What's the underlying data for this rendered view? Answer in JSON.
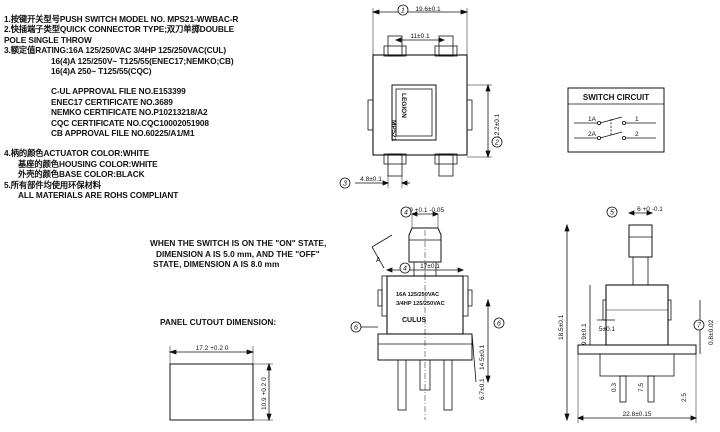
{
  "spec": {
    "lines": [
      "1.按键开关型号PUSH SWITCH MODEL NO. MPS21-WWBAC-R",
      "2.快插端子类型QUICK CONNECTOR TYPE;双刀单掷DOUBLE",
      "POLE SINGLE THROW",
      "3.额定值RATING:16A 125/250VAC 3/4HP 125/250VAC(CUL)"
    ],
    "ratings": [
      "16(4)A 125/250V~ T125/55(ENEC17;NEMKO;CB)",
      "16(4)A 250~ T125/55(CQC)"
    ],
    "approvals": [
      "C-UL APPROVAL FILE NO.E153399",
      "ENEC17 CERTIFICATE NO.3689",
      "NEMKO CERTIFICATE NO.P10213218/A2",
      "CQC CERTIFICATE NO.CQC10002051908",
      "CB APPROVAL FILE NO.60225/A1/M1"
    ],
    "colors": [
      "4.柄的颜色ACTUATOR COLOR:WHITE",
      "基座的颜色HOUSING COLOR:WHITE",
      "外壳的颜色BASE COLOR:BLACK",
      "5.所有部件均使用环保材料",
      "ALL MATERIALS ARE ROHS COMPLIANT"
    ]
  },
  "note": [
    "WHEN THE SWITCH IS ON THE \"ON\" STATE,",
    "DIMENSION A IS 5.0 mm, AND THE \"OFF\"",
    "STATE, DIMENSION A IS 8.0 mm"
  ],
  "panel_title": "PANEL CUTOUT DIMENSION:",
  "circuit": {
    "title": "SWITCH CIRCUIT",
    "labels": [
      "1A",
      "1",
      "2A",
      "2"
    ]
  },
  "top_view": {
    "dim_width": "19.6±0.1",
    "dim_inner": "11±0.1",
    "dim_height": "12.2±0.1",
    "dim_pitch": "4.8±0.1",
    "label_brand": "LEGION",
    "label_model": "MPS21",
    "balloons": [
      "1",
      "2",
      "3"
    ]
  },
  "front_view": {
    "dim_actuator": "5.9 +0.1 -0.05",
    "dim_body": "17±0.1",
    "dim_a": "A",
    "dim_total": "18.5±0.1",
    "dim_h1": "14.5±0.1",
    "dim_h2": "6.7±0.1",
    "label_rating1": "16A 125/250VAC",
    "label_rating2": "3/4HP 125/250VAC",
    "label_cert": "CULUS",
    "balloons": [
      "4",
      "6"
    ]
  },
  "side_view": {
    "dim_actuator": "6 +0 -0.1",
    "dim_h1": "9.9±0.1",
    "dim_h2": "5±0.1",
    "dim_pin1": "0.3",
    "dim_pin2": "2.5",
    "dim_pin3": "7.5",
    "dim_right": "0.8±0.02",
    "dim_width": "22.8±0.15",
    "balloons": [
      "5",
      "7"
    ]
  },
  "panel": {
    "dim_w": "17.2 +0.2 0",
    "dim_h": "10.9 +0.2 0"
  }
}
